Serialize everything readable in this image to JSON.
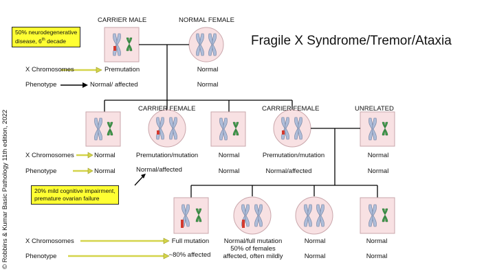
{
  "title": "Fragile X Syndrome/Tremor/Ataxia",
  "copyright": "© Robbins & Kumar Basic Pathology 11th edition, 2022",
  "generation1": {
    "carrier_male_header": "CARRIER MALE",
    "normal_female_header": "NORMAL FEMALE",
    "note": {
      "line1": "50% neurodegenerative",
      "line2a": "disease, 6",
      "sup": "th",
      "line2b": " decade"
    },
    "row_label_x": "X Chromosomes",
    "row_label_phenotype": "Phenotype",
    "male_x": "Premutation",
    "male_phenotype": "Normal/ affected",
    "female_x": "Normal",
    "female_phenotype": "Normal"
  },
  "generation2": {
    "carrier_female_header_1": "CARRIER FEMALE",
    "carrier_female_header_2": "CARRIER FEMALE",
    "unrelated_header": "UNRELATED",
    "row_label_x": "X Chromosomes",
    "row_label_phenotype": "Phenotype",
    "individuals": [
      {
        "x": "Normal",
        "phenotype": "Normal"
      },
      {
        "x": "Premutation/mutation",
        "phenotype": "Normal/affected"
      },
      {
        "x": "Normal",
        "phenotype": "Normal"
      },
      {
        "x": "Premutation/mutation",
        "phenotype": "Normal/affected"
      },
      {
        "x": "Normal",
        "phenotype": "Normal"
      }
    ],
    "note": {
      "line1": "20% mild cognitive impairment,",
      "line2": "premature ovarian failure"
    }
  },
  "generation3": {
    "row_label_x": "X Chromosomes",
    "row_label_phenotype": "Phenotype",
    "individuals": [
      {
        "x": "Full mutation",
        "phenotype": "~80% affected"
      },
      {
        "x": "Normal/full mutation",
        "x2": "50% of females",
        "x3": "affected, often mildly"
      },
      {
        "x": "Normal",
        "phenotype": "Normal"
      },
      {
        "x": "Normal",
        "phenotype": "Normal"
      }
    ]
  },
  "colors": {
    "symbol_fill": "#f8e1e3",
    "note_fill": "#ffff33",
    "x_chromosome": "#aebdd9",
    "y_chromosome": "#3f9a4a",
    "mutation_mark": "#d43a2f",
    "arrow_yellow": "#d4d44a"
  }
}
